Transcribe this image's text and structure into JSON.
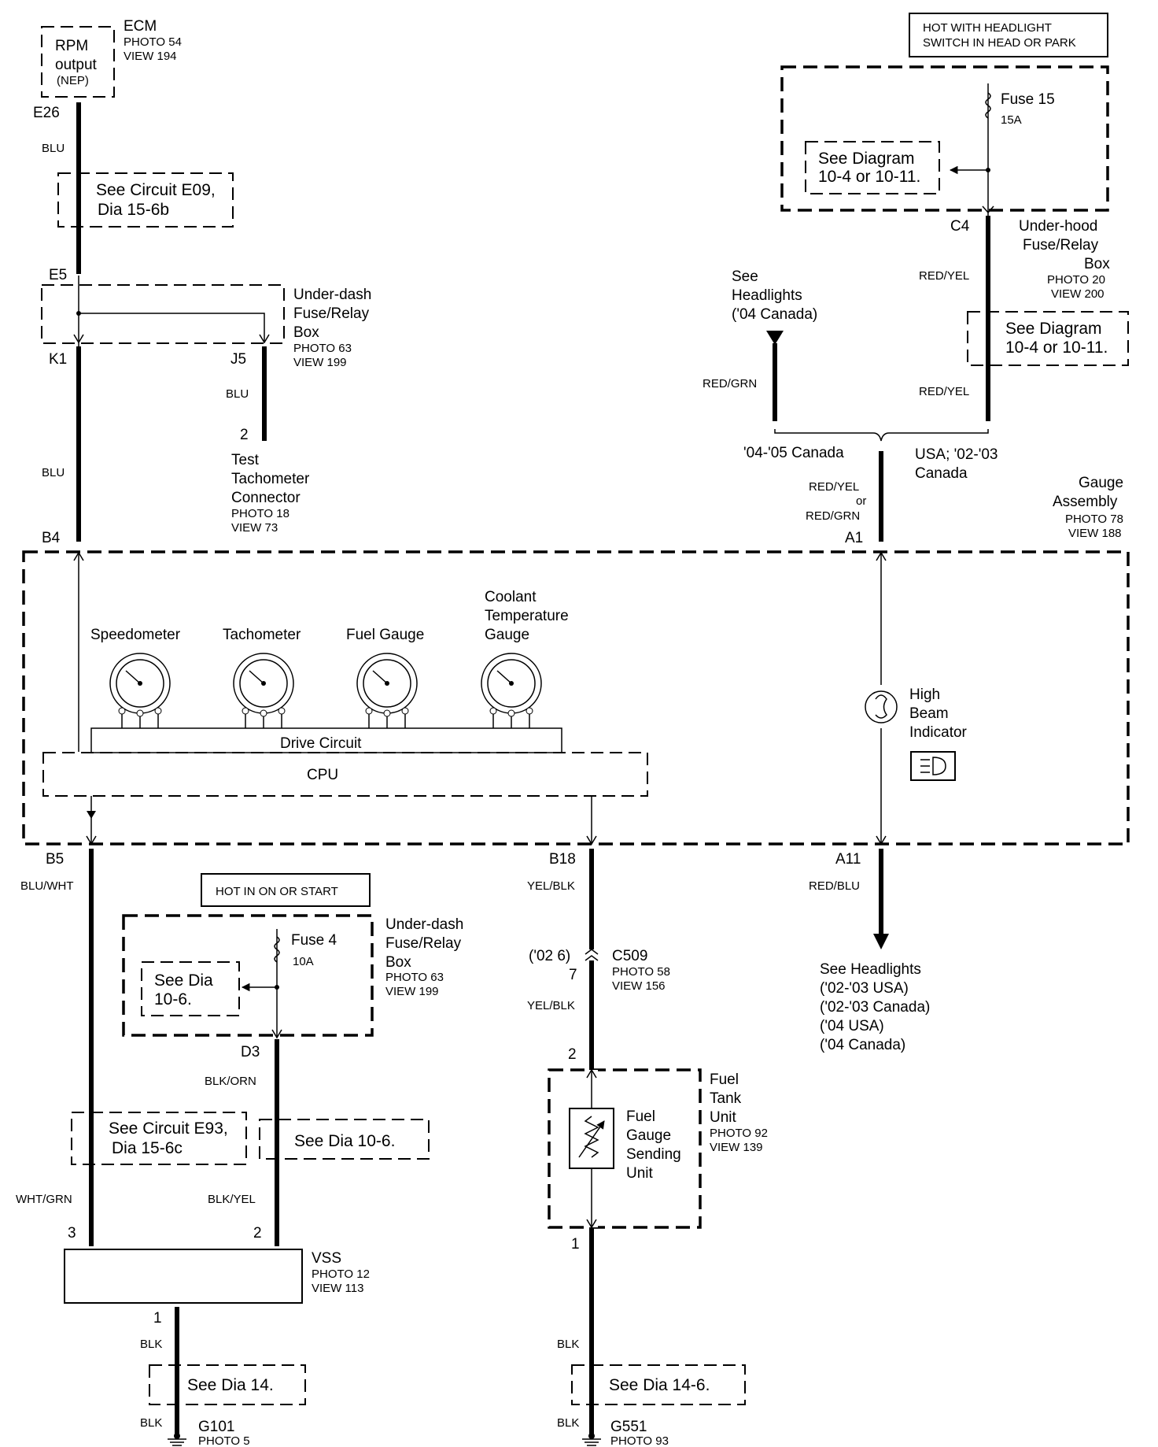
{
  "ecm": {
    "rpm": "RPM",
    "output": "output",
    "nep": "(NEP)",
    "name": "ECM",
    "photo": "PHOTO 54",
    "view": "VIEW 194",
    "pin": "E26"
  },
  "e09": {
    "line1": "See Circuit E09,",
    "line2": "Dia 15-6b"
  },
  "underdash_top": {
    "l1": "Under-dash",
    "l2": "Fuse/Relay",
    "l3": "Box",
    "photo": "PHOTO 63",
    "view": "VIEW 199",
    "pin_e5": "E5",
    "pin_k1": "K1",
    "pin_j5": "J5"
  },
  "test_tach": {
    "pin": "2",
    "l1": "Test",
    "l2": "Tachometer",
    "l3": "Connector",
    "photo": "PHOTO 18",
    "view": "VIEW 73"
  },
  "wires": {
    "blu": "BLU",
    "red_yel": "RED/YEL",
    "red_grn": "RED/GRN",
    "or": "or",
    "blu_wht": "BLU/WHT",
    "blk_orn": "BLK/ORN",
    "blk_yel": "BLK/YEL",
    "wht_grn": "WHT/GRN",
    "blk": "BLK",
    "yel_blk": "YEL/BLK",
    "red_blu": "RED/BLU"
  },
  "hot_headlight": {
    "l1": "HOT WITH HEADLIGHT",
    "l2": "SWITCH IN HEAD OR PARK"
  },
  "fuse15": {
    "name": "Fuse 15",
    "amp": "15A",
    "see1": "See Diagram",
    "see2": "10-4 or 10-11."
  },
  "underhood": {
    "pin": "C4",
    "l1": "Under-hood",
    "l2": "Fuse/Relay",
    "l3": "Box",
    "photo": "PHOTO 20",
    "view": "VIEW 200",
    "see1": "See Diagram",
    "see2": "10-4 or 10-11."
  },
  "see_headlights_top": {
    "l1": "See",
    "l2": "Headlights",
    "l3": "('04 Canada)"
  },
  "branch": {
    "left": "'04-'05 Canada",
    "right1": "USA; '02-'03",
    "right2": "Canada"
  },
  "gauge_assembly": {
    "l1": "Gauge",
    "l2": "Assembly",
    "photo": "PHOTO 78",
    "view": "VIEW 188",
    "pin_b4": "B4",
    "pin_a1": "A1",
    "pin_b5": "B5",
    "pin_b18": "B18",
    "pin_a11": "A11"
  },
  "gauges": {
    "speedo": "Speedometer",
    "tacho": "Tachometer",
    "fuel": "Fuel Gauge",
    "coolant1": "Coolant",
    "coolant2": "Temperature",
    "coolant3": "Gauge",
    "drive": "Drive Circuit",
    "cpu": "CPU"
  },
  "high_beam": {
    "l1": "High",
    "l2": "Beam",
    "l3": "Indicator"
  },
  "hot_on": {
    "label": "HOT IN ON OR START"
  },
  "fuse4": {
    "name": "Fuse 4",
    "amp": "10A",
    "see1": "See Dia",
    "see2": "10-6.",
    "pin": "D3",
    "l1": "Under-dash",
    "l2": "Fuse/Relay",
    "l3": "Box",
    "photo": "PHOTO 63",
    "view": "VIEW 199"
  },
  "e93": {
    "line1": "See Circuit E93,",
    "line2": "Dia 15-6c",
    "dia106": "See Dia 10-6."
  },
  "vss": {
    "name": "VSS",
    "photo": "PHOTO 12",
    "view": "VIEW 113",
    "pin3": "3",
    "pin2": "2",
    "pin1": "1"
  },
  "g101": {
    "see": "See Dia 14.",
    "name": "G101",
    "photo": "PHOTO 5"
  },
  "c509": {
    "pin_l": "('02 6)",
    "pin7": "7",
    "name": "C509",
    "photo": "PHOTO 58",
    "view": "VIEW 156"
  },
  "fuel_tank": {
    "pin2": "2",
    "pin1": "1",
    "l1": "Fuel",
    "l2": "Gauge",
    "l3": "Sending",
    "l4": "Unit",
    "t1": "Fuel",
    "t2": "Tank",
    "t3": "Unit",
    "photo": "PHOTO 92",
    "view": "VIEW 139"
  },
  "g551": {
    "see": "See Dia 14-6.",
    "name": "G551",
    "photo": "PHOTO 93"
  },
  "see_headlights_bot": {
    "l1": "See Headlights",
    "l2": "('02-'03 USA)",
    "l3": "('02-'03 Canada)",
    "l4": "('04 USA)",
    "l5": "('04 Canada)"
  }
}
